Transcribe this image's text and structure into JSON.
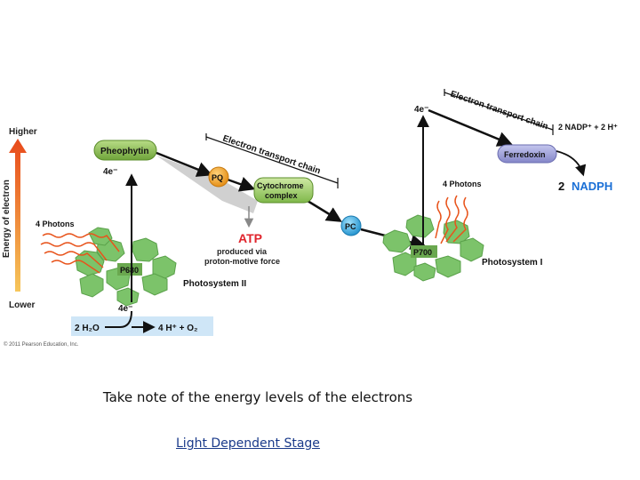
{
  "diagram": {
    "axis": {
      "higher": "Higher",
      "lower": "Lower",
      "label": "Energy of electron"
    },
    "photons_left": "4 Photons",
    "photons_right": "4 Photons",
    "pheophytin": "Pheophytin",
    "e4_left": "4e⁻",
    "e4_bottom": "4e⁻",
    "e4_top": "4e⁻",
    "etc_upper": "Electron transport chain",
    "etc_lower": "Electron transport chain",
    "pq": "PQ",
    "cytochrome_line1": "Cytochrome",
    "cytochrome_line2": "complex",
    "atp": "ATP",
    "atp_note_line1": "produced via",
    "atp_note_line2": "proton-motive force",
    "pc": "PC",
    "p680": "P680",
    "p700": "P700",
    "photosystem2": "Photosystem II",
    "photosystem1": "Photosystem I",
    "water": "2 H₂O",
    "products": "4 H⁺  +  O₂",
    "ferredoxin": "Ferredoxin",
    "nadp_reactants": "2 NADP⁺  +  2 H⁺",
    "nadph_prefix": "2",
    "nadph": "NADPH",
    "copyright": "© 2011 Pearson Education, Inc."
  },
  "caption": "Take note of the energy levels of the electrons",
  "link": "Light Dependent Stage",
  "colors": {
    "arrow_orange": "#e8541c",
    "arrow_yellow": "#f2c14e",
    "pheophytin_green": "#8fbe54",
    "pq_orange": "#f0a020",
    "pc_blue": "#2aa8e0",
    "photosystem_green": "#7cc36a",
    "atp_red": "#e0242c",
    "nadph_blue": "#1a6fd6",
    "ferredoxin_purple": "#9a9cd8",
    "water_bar": "#cfe6f7"
  }
}
